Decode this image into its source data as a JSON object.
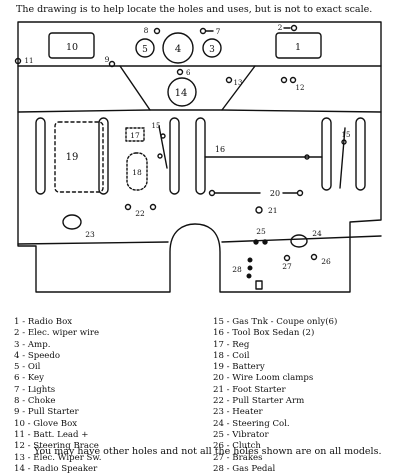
{
  "header_note": "The drawing is to help locate the holes and uses, but is not to exact scale.",
  "footer_note": "You may have other holes and not all the holes shown are on all models.",
  "callouts": {
    "c1": "1",
    "c2": "2",
    "c3": "3",
    "c4": "4",
    "c5": "5",
    "c7": "7",
    "c8": "8",
    "c9": "9",
    "c10": "10",
    "c11": "11",
    "c12": "12",
    "c13": "13",
    "c14": "14",
    "c15": "15",
    "c16": "16",
    "c17": "17",
    "c18": "18",
    "c19": "19",
    "c20": "20",
    "c21": "21",
    "c22": "22",
    "c23": "23",
    "c24": "24",
    "c25": "25",
    "c26": "26",
    "c27": "27",
    "c28": "28"
  },
  "legend_left": [
    "1 - Radio Box",
    "2 - Elec. wiper wire",
    "3 - Amp.",
    "4 - Speedo",
    "5 - Oil",
    "6 - Key",
    "7 - Lights",
    "8 - Choke",
    "9 - Pull Starter",
    "10 - Glove Box",
    "11 - Batt. Lead +",
    "12 - Steering Brace",
    "13 - Elec. Wiper Sw.",
    "14 - Radio Speaker"
  ],
  "legend_right": [
    "15 - Gas Tnk - Coupe only(6)",
    "16 - Tool Box Sedan (2)",
    "17 - Reg",
    "18 - Coil",
    "19 - Battery",
    "20 - Wire Loom clamps",
    "21 - Foot Starter",
    "22 - Pull Starter Arm",
    "23 - Heater",
    "24 - Steering Col.",
    "25 - Vibrator",
    "26 - Clutch",
    "27 - Brakes",
    "28 - Gas Pedal"
  ]
}
